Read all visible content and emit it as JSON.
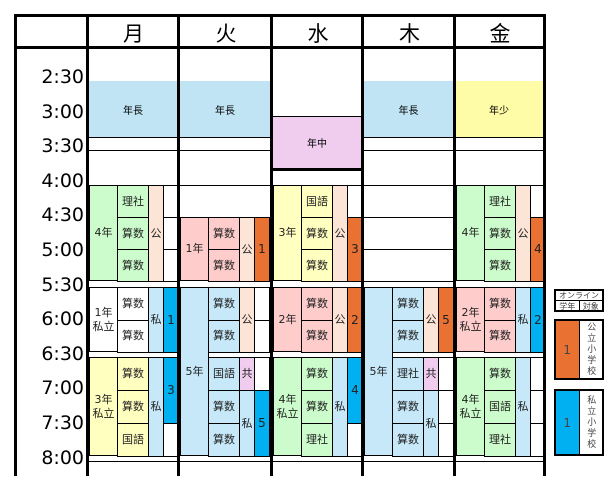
{
  "header": {
    "days": [
      "月",
      "火",
      "水",
      "木",
      "金"
    ]
  },
  "times": [
    "2:30",
    "3:00",
    "3:30",
    "4:00",
    "4:30",
    "5:00",
    "5:30",
    "6:00",
    "6:30",
    "7:00",
    "7:30",
    "8:00"
  ],
  "colors": {
    "green": "#ccfccc",
    "yellow": "#ffffc0",
    "pink": "#ffcccc",
    "lightblue": "#c6e8f8",
    "peach": "#fce4d6",
    "orange": "#e97132",
    "blue": "#00b0f0",
    "lavender": "#f0cdef",
    "white": "#ffffff",
    "kinderBlue": "#c0e4f4",
    "kinderYellow": "#fffca8"
  },
  "kinder": [
    {
      "day": 0,
      "label": "年長",
      "color": "kinderBlue",
      "session": 1
    },
    {
      "day": 1,
      "label": "年長",
      "color": "kinderBlue",
      "session": 1
    },
    {
      "day": 2,
      "label": "年中",
      "color": "lavender",
      "session": 2
    },
    {
      "day": 3,
      "label": "年長",
      "color": "kinderBlue",
      "session": 1
    },
    {
      "day": 4,
      "label": "年少",
      "color": "kinderYellow",
      "session": 1
    }
  ],
  "schedule": [
    {
      "day": 0,
      "blocks": [
        {
          "skip": 0,
          "grade": "4年",
          "color": "green",
          "subjects": [
            "理社",
            "算数",
            "算数"
          ],
          "types": [
            {
              "label": "公",
              "color": "peach",
              "span": 3
            }
          ],
          "nums": [
            {
              "label": "",
              "color": "white",
              "span": 1
            },
            {
              "label": "",
              "color": "white",
              "span": 1
            },
            {
              "label": "",
              "color": "white",
              "span": 1
            }
          ]
        },
        {
          "skip": 0,
          "grade": "1年\n私立",
          "color": "white",
          "subjects": [
            "算数",
            "算数"
          ],
          "types": [
            {
              "label": "私",
              "color": "lightblue",
              "span": 2
            }
          ],
          "nums": [
            {
              "label": "1",
              "color": "blue",
              "span": 2
            }
          ]
        },
        {
          "skip": 0,
          "grade": "3年\n私立",
          "color": "yellow",
          "subjects": [
            "算数",
            "算数",
            "国語"
          ],
          "types": [
            {
              "label": "私",
              "color": "lightblue",
              "span": 3
            }
          ],
          "nums": [
            {
              "label": "3",
              "color": "blue",
              "span": 2
            },
            {
              "label": "",
              "color": "white",
              "span": 1
            }
          ]
        }
      ]
    },
    {
      "day": 1,
      "merged": {
        "grade": "5年",
        "color": "lightblue"
      },
      "blocks": [
        {
          "skip": 1,
          "grade": "1年",
          "color": "pink",
          "subjects": [
            "算数",
            "算数"
          ],
          "types": [
            {
              "label": "公",
              "color": "peach",
              "span": 2
            }
          ],
          "nums": [
            {
              "label": "1",
              "color": "orange",
              "span": 2
            }
          ]
        },
        {
          "skip": 0,
          "color": "lightblue",
          "subjects": [
            "算数",
            "算数"
          ],
          "types": [
            {
              "label": "公",
              "color": "peach",
              "span": 2
            }
          ],
          "nums": [
            {
              "label": "",
              "color": "white",
              "span": 1
            },
            {
              "label": "",
              "color": "white",
              "span": 1
            }
          ]
        },
        {
          "skip": 0,
          "color": "lightblue",
          "subjects": [
            "国語",
            "算数",
            "算数"
          ],
          "types": [
            {
              "label": "共",
              "color": "lavender",
              "span": 1
            },
            {
              "label": "私",
              "color": "lightblue",
              "span": 2
            }
          ],
          "nums": [
            {
              "label": "",
              "color": "white",
              "span": 1
            },
            {
              "label": "5",
              "color": "blue",
              "span": 2
            }
          ]
        }
      ]
    },
    {
      "day": 2,
      "blocks": [
        {
          "skip": 0,
          "grade": "3年",
          "color": "yellow",
          "subjects": [
            "国語",
            "算数",
            "算数"
          ],
          "types": [
            {
              "label": "公",
              "color": "peach",
              "span": 3
            }
          ],
          "nums": [
            {
              "label": "",
              "color": "white",
              "span": 1
            },
            {
              "label": "3",
              "color": "orange",
              "span": 2
            }
          ]
        },
        {
          "skip": 0,
          "grade": "2年",
          "color": "pink",
          "subjects": [
            "算数",
            "算数"
          ],
          "types": [
            {
              "label": "公",
              "color": "peach",
              "span": 2
            }
          ],
          "nums": [
            {
              "label": "2",
              "color": "orange",
              "span": 2
            }
          ]
        },
        {
          "skip": 0,
          "grade": "4年\n私立",
          "color": "green",
          "subjects": [
            "算数",
            "算数",
            "理社"
          ],
          "types": [
            {
              "label": "私",
              "color": "lightblue",
              "span": 3
            }
          ],
          "nums": [
            {
              "label": "4",
              "color": "blue",
              "span": 2
            },
            {
              "label": "",
              "color": "white",
              "span": 1
            }
          ]
        }
      ]
    },
    {
      "day": 3,
      "merged": {
        "grade": "5年",
        "color": "lightblue"
      },
      "blocks": [
        {
          "skip": 3
        },
        {
          "skip": 0,
          "color": "lightblue",
          "subjects": [
            "算数",
            "算数"
          ],
          "types": [
            {
              "label": "公",
              "color": "peach",
              "span": 2
            }
          ],
          "nums": [
            {
              "label": "5",
              "color": "orange",
              "span": 2
            }
          ]
        },
        {
          "skip": 0,
          "color": "lightblue",
          "subjects": [
            "理社",
            "算数",
            "算数"
          ],
          "types": [
            {
              "label": "共",
              "color": "lavender",
              "span": 1
            },
            {
              "label": "私",
              "color": "lightblue",
              "span": 2
            }
          ],
          "nums": [
            {
              "label": "",
              "color": "white",
              "span": 1
            },
            {
              "label": "",
              "color": "white",
              "span": 1
            },
            {
              "label": "",
              "color": "white",
              "span": 1
            }
          ]
        }
      ]
    },
    {
      "day": 4,
      "blocks": [
        {
          "skip": 0,
          "grade": "4年",
          "color": "green",
          "subjects": [
            "理社",
            "算数",
            "算数"
          ],
          "types": [
            {
              "label": "公",
              "color": "peach",
              "span": 3
            }
          ],
          "nums": [
            {
              "label": "",
              "color": "white",
              "span": 1
            },
            {
              "label": "4",
              "color": "orange",
              "span": 2
            }
          ]
        },
        {
          "skip": 0,
          "grade": "2年\n私立",
          "color": "pink",
          "subjects": [
            "算数",
            "算数"
          ],
          "types": [
            {
              "label": "私",
              "color": "lightblue",
              "span": 2
            }
          ],
          "nums": [
            {
              "label": "2",
              "color": "blue",
              "span": 2
            }
          ]
        },
        {
          "skip": 0,
          "grade": "4年\n私立",
          "color": "green",
          "subjects": [
            "算数",
            "国語",
            "理社"
          ],
          "types": [
            {
              "label": "私",
              "color": "lightblue",
              "span": 3
            }
          ],
          "nums": [
            {
              "label": "",
              "color": "white",
              "span": 1
            },
            {
              "label": "",
              "color": "white",
              "span": 1
            },
            {
              "label": "",
              "color": "white",
              "span": 1
            }
          ]
        }
      ]
    }
  ],
  "legend": {
    "title": "オンライン",
    "col1": "学年",
    "col2": "対象",
    "public": {
      "num": "1",
      "label": "公立小学校"
    },
    "private": {
      "num": "1",
      "label": "私立小学校"
    }
  }
}
